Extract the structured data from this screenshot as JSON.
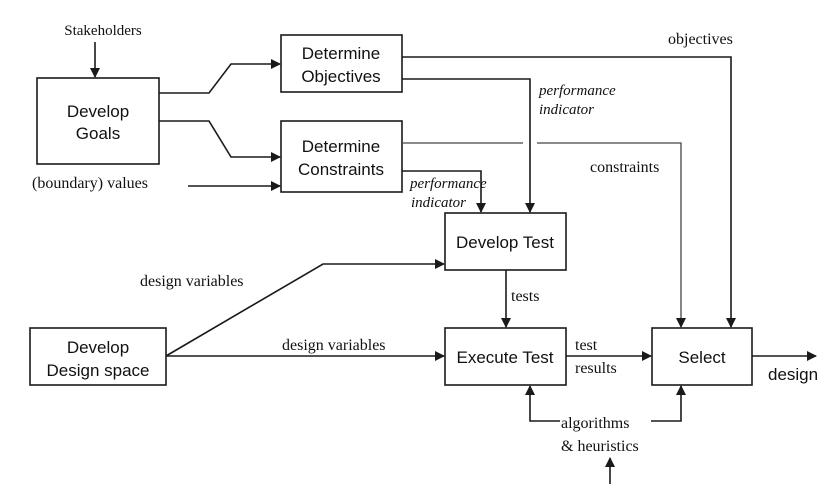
{
  "diagram": {
    "boxes": {
      "develop_goals": [
        "Develop",
        "Goals"
      ],
      "determine_objectives": [
        "Determine",
        "Objectives"
      ],
      "determine_constraints": [
        "Determine",
        "Constraints"
      ],
      "develop_test": [
        "Develop Test"
      ],
      "develop_design_space": [
        "Develop",
        "Design space"
      ],
      "execute_test": [
        "Execute Test"
      ],
      "select": [
        "Select"
      ]
    },
    "labels": {
      "stakeholders": "Stakeholders",
      "boundary_values": "(boundary) values",
      "objectives": "objectives",
      "performance_indicator_1": [
        "performance",
        "indicator"
      ],
      "performance_indicator_2": [
        "performance",
        "indicator"
      ],
      "constraints": "constraints",
      "design_variables_upper": "design variables",
      "design_variables_lower": "design variables",
      "tests": "tests",
      "test_results": [
        "test",
        "results"
      ],
      "algorithms_heuristics": [
        "algorithms",
        "& heuristics"
      ],
      "design_output": "design"
    },
    "edges": [
      {
        "from": "Stakeholders",
        "to": "Develop Goals"
      },
      {
        "from": "Develop Goals",
        "to": "Determine Objectives"
      },
      {
        "from": "Develop Goals",
        "to": "Determine Constraints"
      },
      {
        "from": "(boundary) values",
        "to": "Determine Constraints"
      },
      {
        "from": "Determine Objectives",
        "to": "Select",
        "label": "objectives"
      },
      {
        "from": "Determine Objectives",
        "to": "Develop Test",
        "label": "performance indicator"
      },
      {
        "from": "Determine Constraints",
        "to": "Select",
        "label": "constraints"
      },
      {
        "from": "Determine Constraints",
        "to": "Develop Test",
        "label": "performance indicator"
      },
      {
        "from": "Develop Design space",
        "to": "Develop Test",
        "label": "design variables"
      },
      {
        "from": "Develop Design space",
        "to": "Execute Test",
        "label": "design variables"
      },
      {
        "from": "Develop Test",
        "to": "Execute Test",
        "label": "tests"
      },
      {
        "from": "Execute Test",
        "to": "Select",
        "label": "test results"
      },
      {
        "from": "algorithms & heuristics",
        "to": "Execute Test"
      },
      {
        "from": "algorithms & heuristics",
        "to": "Select"
      },
      {
        "from": "Select",
        "to": "output",
        "label": "design"
      }
    ]
  }
}
